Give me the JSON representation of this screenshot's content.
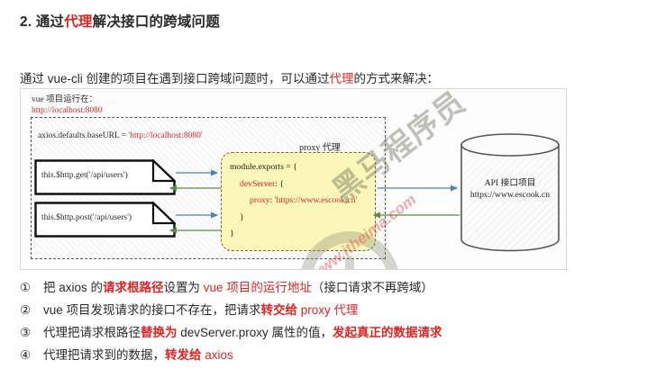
{
  "heading": {
    "prefix": "2. 通过",
    "highlight": "代理",
    "suffix": "解决接口的跨域问题"
  },
  "intro": {
    "part1": "通过 vue-cli 创建的项目在遇到接口跨域问题时，可以通过",
    "highlight": "代理",
    "part2": "的方式来解决："
  },
  "figure": {
    "caption_line1": "vue 项目运行在：",
    "caption_url": "http://localhost:8080",
    "baseurl_code": "axios.defaults.baseURL = ",
    "baseurl_value": "'http://localhost:8080'",
    "note_get": "this.$http.get('/api/users')",
    "note_post": "this.$http.post('/api/users')",
    "proxy_title": "proxy 代理",
    "proxy_code": {
      "line1": "module.exports = {",
      "line2_key": "devServer",
      "line2_rest": ": {",
      "line3_key": "proxy",
      "line3_sep": ": ",
      "line3_value": "'https://www.escook.cn'",
      "line4": "}",
      "line5": "}"
    },
    "api_title": "API 接口项目",
    "api_url": "https://www.escook.cn",
    "watermark_cn": "黑马程序员",
    "watermark_en": "www.itheima.com"
  },
  "steps": [
    {
      "num": "①",
      "parts": [
        {
          "t": "把 axios 的",
          "s": "plain"
        },
        {
          "t": "请求根路径",
          "s": "red-bold"
        },
        {
          "t": "设置为 ",
          "s": "plain"
        },
        {
          "t": "vue 项目的运行地址",
          "s": "red"
        },
        {
          "t": "（接口请求不再跨域）",
          "s": "plain"
        }
      ]
    },
    {
      "num": "②",
      "parts": [
        {
          "t": "vue 项目发现请求的接口不存在，把请求",
          "s": "plain"
        },
        {
          "t": "转交给",
          "s": "red-bold"
        },
        {
          "t": " proxy 代理",
          "s": "red"
        }
      ]
    },
    {
      "num": "③",
      "parts": [
        {
          "t": "代理把请求根路径",
          "s": "plain"
        },
        {
          "t": "替换为",
          "s": "red-bold"
        },
        {
          "t": " devServer.proxy 属性的值，",
          "s": "plain"
        },
        {
          "t": "发起真正的数据请求",
          "s": "red-bold"
        }
      ]
    },
    {
      "num": "④",
      "parts": [
        {
          "t": "代理把请求到的数据，",
          "s": "plain"
        },
        {
          "t": "转发给",
          "s": "red-bold"
        },
        {
          "t": " axios",
          "s": "red"
        }
      ]
    }
  ],
  "colors": {
    "accent_red": "#e02424",
    "proxy_fill": "#fbf7b8",
    "arrow_request": "#4d83b5",
    "arrow_response": "#5a8a44"
  }
}
